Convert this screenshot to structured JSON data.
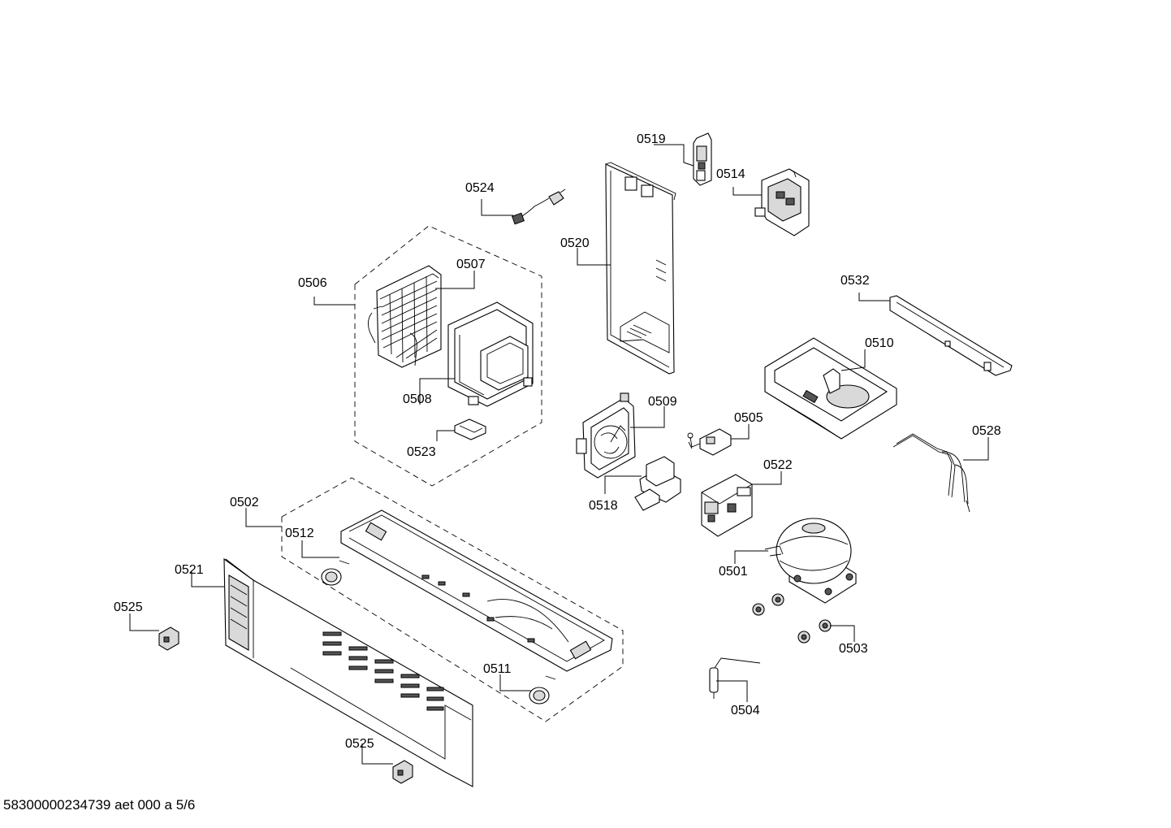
{
  "document_code": "58300000234739 aet 000 a 5/6",
  "callouts": {
    "p0501": "0501",
    "p0502": "0502",
    "p0503": "0503",
    "p0504": "0504",
    "p0505": "0505",
    "p0506": "0506",
    "p0507": "0507",
    "p0508": "0508",
    "p0509": "0509",
    "p0510": "0510",
    "p0511": "0511",
    "p0512": "0512",
    "p0514": "0514",
    "p0518": "0518",
    "p0519": "0519",
    "p0520": "0520",
    "p0521": "0521",
    "p0522": "0522",
    "p0523": "0523",
    "p0524": "0524",
    "p0525a": "0525",
    "p0525b": "0525",
    "p0528": "0528",
    "p0532": "0532"
  }
}
